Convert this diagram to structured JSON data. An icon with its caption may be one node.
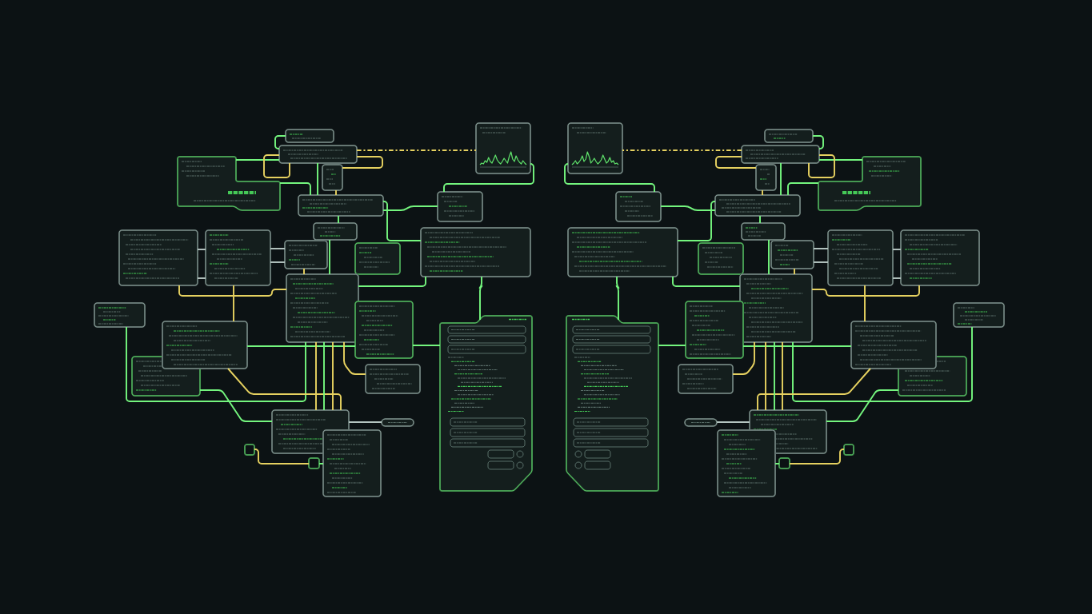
{
  "diagram": {
    "nodes": [
      {
        "text": [],
        "shape": "box"
      },
      {
        "text": [],
        "shape": "box"
      },
      {
        "text": [],
        "shape": "box"
      },
      {
        "text": [],
        "shape": "box"
      },
      {
        "text": [],
        "shape": "box"
      },
      {
        "text": [],
        "shape": "box"
      },
      {
        "text": [],
        "shape": "box"
      },
      {
        "text": [],
        "shape": "box"
      },
      {
        "text": [],
        "shape": "box"
      },
      {
        "text": [],
        "shape": "box"
      },
      {
        "text": [],
        "shape": "box"
      },
      {
        "text": [],
        "shape": "box"
      },
      {
        "text": [],
        "shape": "box"
      },
      {
        "text": [],
        "shape": "box"
      },
      {
        "text": [],
        "shape": "box"
      },
      {
        "text": [],
        "shape": "box"
      },
      {
        "text": [],
        "shape": "box"
      },
      {
        "text": [],
        "shape": "box"
      },
      {
        "text": [],
        "shape": "box"
      },
      {
        "text": [],
        "shape": "box"
      },
      {
        "text": [],
        "shape": "box"
      },
      {
        "text": [],
        "shape": "box"
      },
      {
        "text": [],
        "shape": "box"
      },
      {
        "text": [],
        "shape": "box"
      },
      {
        "text": [],
        "shape": "box"
      },
      {
        "text": [],
        "shape": "box"
      },
      {
        "text": [],
        "shape": "box"
      },
      {
        "text": [],
        "shape": "box"
      },
      {
        "text": [],
        "shape": "box"
      },
      {
        "text": [],
        "shape": "box"
      },
      {
        "text": [],
        "shape": "box"
      },
      {
        "text": [],
        "shape": "box"
      },
      {
        "text": [],
        "shape": "box"
      },
      {
        "text": [],
        "shape": "box"
      },
      {
        "text": [],
        "shape": "box"
      },
      {
        "text": [],
        "shape": "box"
      },
      {
        "text": [],
        "shape": "box"
      },
      {
        "text": [],
        "shape": "box"
      },
      {
        "text": [],
        "shape": "box"
      },
      {
        "text": [],
        "shape": "box"
      },
      {
        "text": [],
        "shape": "box"
      },
      {
        "text": [],
        "shape": "box"
      },
      {
        "text": [],
        "shape": "box"
      },
      {
        "text": [],
        "shape": "box"
      },
      {
        "text": [],
        "shape": "box"
      },
      {
        "text": [],
        "shape": "box"
      },
      {
        "text": [],
        "shape": "box"
      },
      {
        "text": [],
        "shape": "box"
      },
      {
        "text": [],
        "shape": "box"
      },
      {
        "text": [],
        "shape": "box"
      }
    ],
    "edges": [
      {
        "from": 0,
        "to": 1,
        "arrow": "none"
      },
      {
        "from": 3,
        "to": 1,
        "arrow": "none"
      },
      {
        "from": 3,
        "to": 4,
        "arrow": "none"
      },
      {
        "from": 1,
        "to": 4,
        "arrow": "none"
      },
      {
        "from": 2,
        "to": 4,
        "arrow": "none",
        "color": "#e6d160"
      },
      {
        "from": 1,
        "to": 11,
        "arrow": "none",
        "style": "dashed",
        "color": "#e6d160"
      },
      {
        "from": 1,
        "to": 2,
        "arrow": "none",
        "color": "#e6d160"
      },
      {
        "from": 1,
        "to": 1,
        "arrow": "none",
        "color": "#e6d160"
      },
      {
        "from": 4,
        "to": 5,
        "arrow": "none"
      },
      {
        "from": 4,
        "to": 12,
        "arrow": "none"
      },
      {
        "from": 4,
        "to": 13,
        "arrow": "none"
      },
      {
        "from": 11,
        "to": 12,
        "arrow": "none"
      },
      {
        "from": 13,
        "to": 14,
        "arrow": "none"
      },
      {
        "from": 18,
        "to": 14,
        "arrow": "none"
      },
      {
        "from": 10,
        "to": 13,
        "arrow": "none"
      },
      {
        "from": 5,
        "to": 10,
        "arrow": "none"
      },
      {
        "from": 8,
        "to": 10,
        "arrow": "none",
        "color": "#e6d160"
      },
      {
        "from": 6,
        "to": 7,
        "arrow": "none",
        "color": "#b4c4c0"
      },
      {
        "from": 6,
        "to": 7,
        "arrow": "none",
        "color": "#b4c4c0"
      },
      {
        "from": 7,
        "to": 8,
        "arrow": "none",
        "color": "#b4c4c0"
      },
      {
        "from": 7,
        "to": 8,
        "arrow": "none",
        "color": "#b4c4c0"
      },
      {
        "from": 6,
        "to": 10,
        "arrow": "none",
        "color": "#e6d160"
      },
      {
        "from": 7,
        "to": 17,
        "arrow": "none",
        "color": "#e6d160"
      },
      {
        "from": 15,
        "to": 10,
        "arrow": "none"
      },
      {
        "from": 17,
        "to": 18,
        "arrow": "none"
      },
      {
        "from": 10,
        "to": 19,
        "arrow": "none",
        "color": "#e6d160"
      },
      {
        "from": 16,
        "to": 20,
        "arrow": "none"
      },
      {
        "from": 17,
        "to": 20,
        "arrow": "none",
        "color": "#e6d160"
      },
      {
        "from": 10,
        "to": 20,
        "arrow": "none",
        "color": "#e6d160"
      },
      {
        "from": 10,
        "to": 20,
        "arrow": "none"
      },
      {
        "from": 10,
        "to": 20,
        "arrow": "none",
        "color": "#e6d160"
      },
      {
        "from": 20,
        "to": 22,
        "arrow": "none",
        "color": "#b4c4c0"
      },
      {
        "from": 23,
        "to": 24,
        "arrow": "none",
        "color": "#e6d160"
      },
      {
        "from": 24,
        "to": 21,
        "arrow": "none"
      },
      {
        "from": 25,
        "to": 26,
        "arrow": "none"
      },
      {
        "from": 28,
        "to": 26,
        "arrow": "none"
      },
      {
        "from": 28,
        "to": 29,
        "arrow": "none"
      },
      {
        "from": 26,
        "to": 29,
        "arrow": "none"
      },
      {
        "from": 27,
        "to": 29,
        "arrow": "none",
        "color": "#e6d160"
      },
      {
        "from": 26,
        "to": 36,
        "arrow": "none",
        "style": "dashed",
        "color": "#e6d160"
      },
      {
        "from": 26,
        "to": 27,
        "arrow": "none",
        "color": "#e6d160"
      },
      {
        "from": 26,
        "to": 26,
        "arrow": "none",
        "color": "#e6d160"
      },
      {
        "from": 29,
        "to": 30,
        "arrow": "none"
      },
      {
        "from": 29,
        "to": 37,
        "arrow": "none"
      },
      {
        "from": 29,
        "to": 38,
        "arrow": "none"
      },
      {
        "from": 36,
        "to": 37,
        "arrow": "none"
      },
      {
        "from": 38,
        "to": 39,
        "arrow": "none"
      },
      {
        "from": 43,
        "to": 39,
        "arrow": "none"
      },
      {
        "from": 35,
        "to": 38,
        "arrow": "none"
      },
      {
        "from": 30,
        "to": 35,
        "arrow": "none"
      },
      {
        "from": 33,
        "to": 35,
        "arrow": "none",
        "color": "#e6d160"
      },
      {
        "from": 31,
        "to": 32,
        "arrow": "none",
        "color": "#b4c4c0"
      },
      {
        "from": 31,
        "to": 32,
        "arrow": "none",
        "color": "#b4c4c0"
      },
      {
        "from": 32,
        "to": 33,
        "arrow": "none",
        "color": "#b4c4c0"
      },
      {
        "from": 32,
        "to": 33,
        "arrow": "none",
        "color": "#b4c4c0"
      },
      {
        "from": 31,
        "to": 35,
        "arrow": "none",
        "color": "#e6d160"
      },
      {
        "from": 32,
        "to": 42,
        "arrow": "none",
        "color": "#e6d160"
      },
      {
        "from": 40,
        "to": 35,
        "arrow": "none"
      },
      {
        "from": 42,
        "to": 43,
        "arrow": "none"
      },
      {
        "from": 35,
        "to": 44,
        "arrow": "none",
        "color": "#e6d160"
      },
      {
        "from": 41,
        "to": 45,
        "arrow": "none"
      },
      {
        "from": 42,
        "to": 45,
        "arrow": "none",
        "color": "#e6d160"
      },
      {
        "from": 35,
        "to": 45,
        "arrow": "none",
        "color": "#e6d160"
      },
      {
        "from": 35,
        "to": 45,
        "arrow": "none"
      },
      {
        "from": 35,
        "to": 45,
        "arrow": "none",
        "color": "#e6d160"
      },
      {
        "from": 45,
        "to": 47,
        "arrow": "none",
        "color": "#b4c4c0"
      },
      {
        "from": 48,
        "to": 49,
        "arrow": "none",
        "color": "#e6d160"
      },
      {
        "from": 49,
        "to": 46,
        "arrow": "none"
      }
    ]
  }
}
